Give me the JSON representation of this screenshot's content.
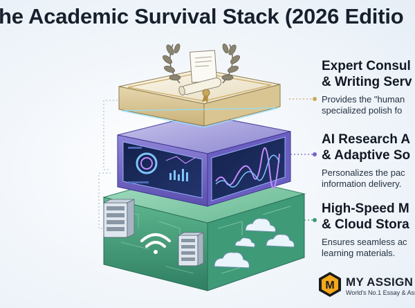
{
  "title": "he Academic Survival Stack (2026 Editio",
  "layers": [
    {
      "heading_line1": "Expert Consul",
      "heading_line2": "& Writing Serv",
      "desc_line1": "Provides the \"human",
      "desc_line2": "specialized polish fo",
      "accent": "#c9a85c"
    },
    {
      "heading_line1": "AI Research A",
      "heading_line2": "& Adaptive So",
      "desc_line1": "Personalizes the pac",
      "desc_line2": "information delivery.",
      "accent": "#7a63c9"
    },
    {
      "heading_line1": "High-Speed M",
      "heading_line2": "& Cloud Stora",
      "desc_line1": "Ensures seamless ac",
      "desc_line2": "learning  materials.",
      "accent": "#3f9a78"
    }
  ],
  "brand": {
    "logo_letter": "M",
    "name": "MY ASSIGN",
    "tagline": "World's No.1 Essay & Assi"
  },
  "icons": [
    "laurel-diploma-icon",
    "dashboard-screen-icon",
    "server-rack-icon",
    "wifi-icon",
    "cloud-icon"
  ]
}
